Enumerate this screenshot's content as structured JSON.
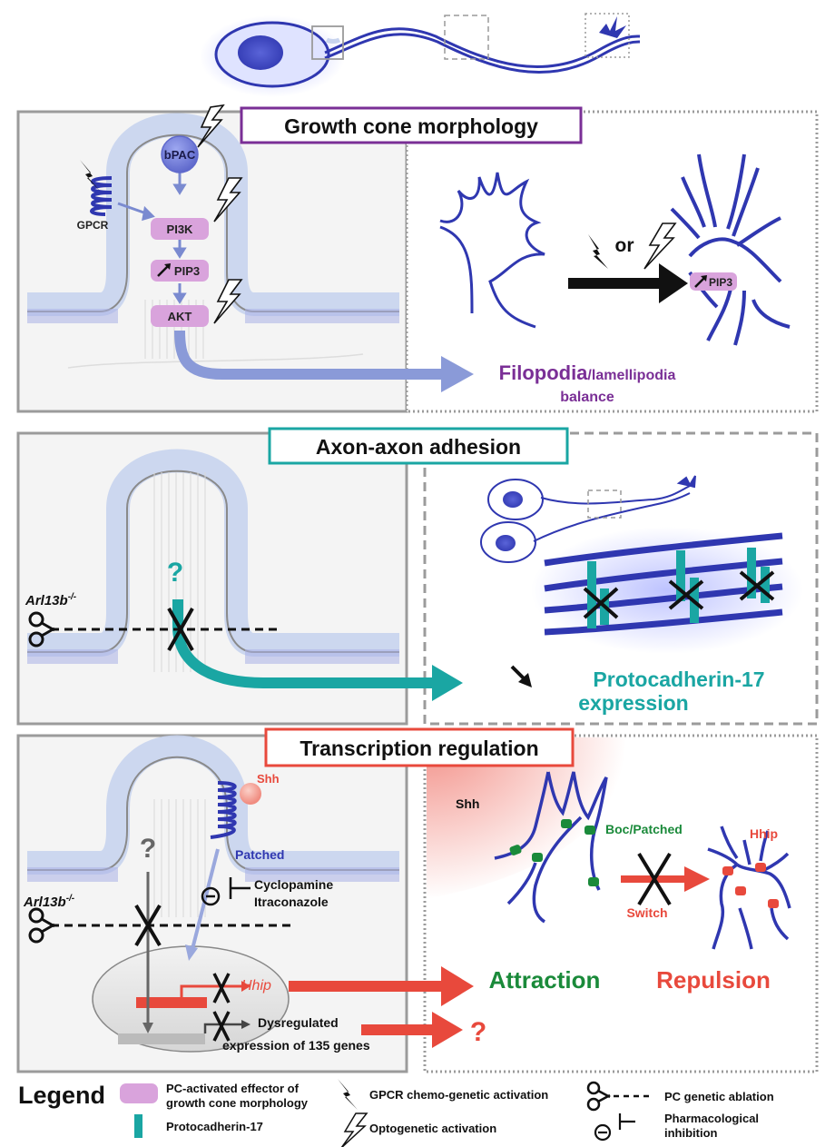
{
  "panels": {
    "growth_cone": {
      "title": "Growth cone morphology",
      "receptor_label": "GPCR",
      "cascade": [
        "bPAC",
        "PI3K",
        "PIP3",
        "AKT"
      ],
      "or_label": "or",
      "pip3_label": "PIP3",
      "result_line1_a": "Filopodia",
      "result_line1_b": "/lamellipodia",
      "result_line2": "balance"
    },
    "adhesion": {
      "title": "Axon-axon adhesion",
      "question": "?",
      "gene_base": "Arl13b",
      "gene_sup": "-/-",
      "result_line1": "Protocadherin-17",
      "result_line2": "expression"
    },
    "transcription": {
      "title": "Transcription regulation",
      "ligand": "Shh",
      "receptor": "Patched",
      "drug1": "Cyclopamine",
      "drug2": "Itraconazole",
      "question": "?",
      "gene_base": "Arl13b",
      "gene_sup": "-/-",
      "target_gene": "Hhip",
      "dysreg_line1": "Dysregulated",
      "dysreg_line2": "expression of 135 genes",
      "shh_right": "Shh",
      "boc_label": "Boc/Patched",
      "hhip_right": "Hhip",
      "switch_label": "Switch",
      "attraction": "Attraction",
      "repulsion": "Repulsion",
      "result_question": "?"
    }
  },
  "legend": {
    "title": "Legend",
    "pc_effector_line1": "PC-activated effector of",
    "pc_effector_line2": "growth cone morphology",
    "protocadherin": "Protocadherin-17",
    "gpcr_activation": "GPCR chemo-genetic activation",
    "optogenetic": "Optogenetic activation",
    "pc_ablation": "PC genetic ablation",
    "pharm_line1": "Pharmacological",
    "pharm_line2": "inhibition"
  },
  "colors": {
    "purple": "#7a2f96",
    "teal": "#1aa6a3",
    "red": "#e8493c",
    "green": "#1a8a3a",
    "neuron_blue": "#2f37b0",
    "cilium_blue": "#c8d4ee",
    "effector_pink": "#d9a3dc"
  }
}
